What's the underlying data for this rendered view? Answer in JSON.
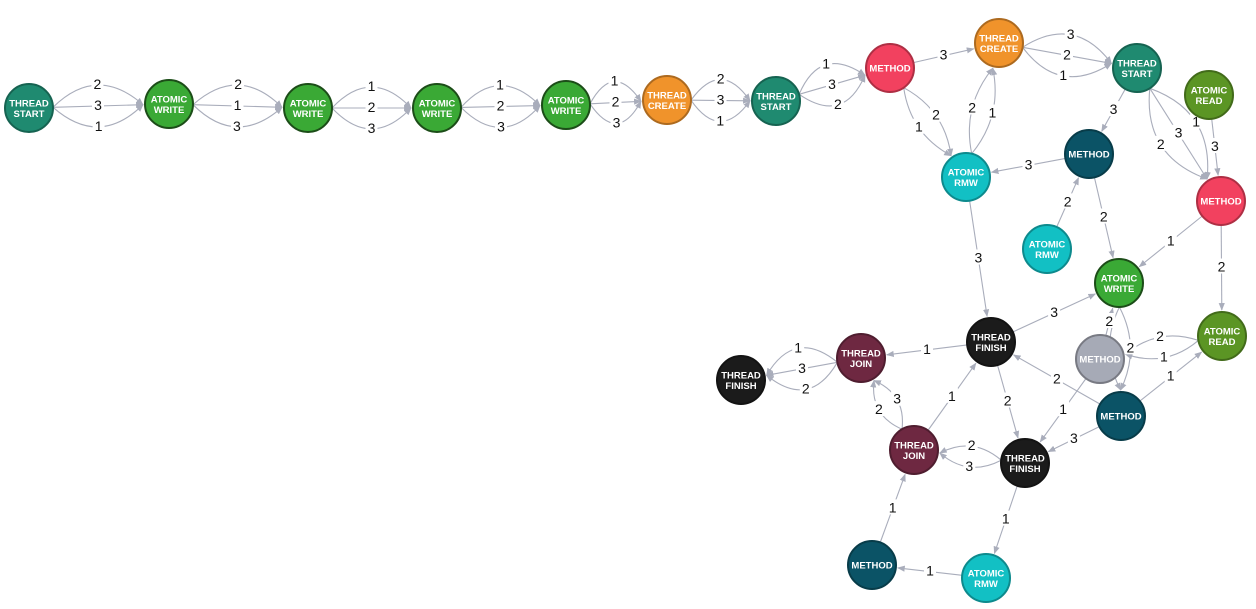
{
  "colors": {
    "thread_start": "#1f8a70",
    "atomic_write": "#3aa935",
    "thread_create": "#f0932b",
    "method_red": "#f2415f",
    "method_teal": "#0b5366",
    "method_gray": "#a6aab6",
    "atomic_rmw": "#12c0c4",
    "atomic_read": "#5b9524",
    "thread_finish": "#1b1b1b",
    "thread_join": "#6e2841",
    "edge": "#a9adbb"
  },
  "nodes": [
    {
      "id": "n1",
      "name": "thread-start-node",
      "lines": [
        "THREAD",
        "START"
      ],
      "color": "thread_start"
    },
    {
      "id": "n2",
      "name": "atomic-write-node",
      "lines": [
        "ATOMIC",
        "WRITE"
      ],
      "color": "atomic_write"
    },
    {
      "id": "n3",
      "name": "atomic-write-node",
      "lines": [
        "ATOMIC",
        "WRITE"
      ],
      "color": "atomic_write"
    },
    {
      "id": "n4",
      "name": "atomic-write-node",
      "lines": [
        "ATOMIC",
        "WRITE"
      ],
      "color": "atomic_write"
    },
    {
      "id": "n5",
      "name": "atomic-write-node",
      "lines": [
        "ATOMIC",
        "WRITE"
      ],
      "color": "atomic_write"
    },
    {
      "id": "n6",
      "name": "thread-create-node",
      "lines": [
        "THREAD",
        "CREATE"
      ],
      "color": "thread_create"
    },
    {
      "id": "n7",
      "name": "thread-start-node",
      "lines": [
        "THREAD",
        "START"
      ],
      "color": "thread_start"
    },
    {
      "id": "n8",
      "name": "method-node",
      "lines": [
        "METHOD"
      ],
      "color": "method_red"
    },
    {
      "id": "n9",
      "name": "thread-create-node",
      "lines": [
        "THREAD",
        "CREATE"
      ],
      "color": "thread_create"
    },
    {
      "id": "n10",
      "name": "thread-start-node",
      "lines": [
        "THREAD",
        "START"
      ],
      "color": "thread_start"
    },
    {
      "id": "n11",
      "name": "atomic-read-node",
      "lines": [
        "ATOMIC",
        "READ"
      ],
      "color": "atomic_read"
    },
    {
      "id": "n12",
      "name": "atomic-rmw-node",
      "lines": [
        "ATOMIC",
        "RMW"
      ],
      "color": "atomic_rmw"
    },
    {
      "id": "n13",
      "name": "method-node",
      "lines": [
        "METHOD"
      ],
      "color": "method_teal"
    },
    {
      "id": "n14",
      "name": "method-node",
      "lines": [
        "METHOD"
      ],
      "color": "method_red"
    },
    {
      "id": "n15",
      "name": "atomic-rmw-node",
      "lines": [
        "ATOMIC",
        "RMW"
      ],
      "color": "atomic_rmw"
    },
    {
      "id": "n16",
      "name": "atomic-write-node",
      "lines": [
        "ATOMIC",
        "WRITE"
      ],
      "color": "atomic_write"
    },
    {
      "id": "n17",
      "name": "atomic-read-node",
      "lines": [
        "ATOMIC",
        "READ"
      ],
      "color": "atomic_read"
    },
    {
      "id": "n18",
      "name": "thread-finish-node",
      "lines": [
        "THREAD",
        "FINISH"
      ],
      "color": "thread_finish"
    },
    {
      "id": "n19",
      "name": "method-node",
      "lines": [
        "METHOD"
      ],
      "color": "method_gray"
    },
    {
      "id": "n20",
      "name": "thread-join-node",
      "lines": [
        "THREAD",
        "JOIN"
      ],
      "color": "thread_join"
    },
    {
      "id": "n21",
      "name": "thread-finish-node",
      "lines": [
        "THREAD",
        "FINISH"
      ],
      "color": "thread_finish"
    },
    {
      "id": "n22",
      "name": "method-node",
      "lines": [
        "METHOD"
      ],
      "color": "method_teal"
    },
    {
      "id": "n23",
      "name": "thread-join-node",
      "lines": [
        "THREAD",
        "JOIN"
      ],
      "color": "thread_join"
    },
    {
      "id": "n24",
      "name": "thread-finish-node",
      "lines": [
        "THREAD",
        "FINISH"
      ],
      "color": "thread_finish"
    },
    {
      "id": "n25",
      "name": "method-node",
      "lines": [
        "METHOD"
      ],
      "color": "method_teal"
    },
    {
      "id": "n26",
      "name": "atomic-rmw-node",
      "lines": [
        "ATOMIC",
        "RMW"
      ],
      "color": "atomic_rmw"
    }
  ],
  "edges": [
    {
      "from": "n1",
      "to": "n2",
      "label": "2"
    },
    {
      "from": "n1",
      "to": "n2",
      "label": "3"
    },
    {
      "from": "n1",
      "to": "n2",
      "label": "1"
    },
    {
      "from": "n2",
      "to": "n3",
      "label": "2"
    },
    {
      "from": "n2",
      "to": "n3",
      "label": "1"
    },
    {
      "from": "n2",
      "to": "n3",
      "label": "3"
    },
    {
      "from": "n3",
      "to": "n4",
      "label": "1"
    },
    {
      "from": "n3",
      "to": "n4",
      "label": "2"
    },
    {
      "from": "n3",
      "to": "n4",
      "label": "3"
    },
    {
      "from": "n4",
      "to": "n5",
      "label": "1"
    },
    {
      "from": "n4",
      "to": "n5",
      "label": "2"
    },
    {
      "from": "n4",
      "to": "n5",
      "label": "3"
    },
    {
      "from": "n5",
      "to": "n6",
      "label": "1"
    },
    {
      "from": "n5",
      "to": "n6",
      "label": "2"
    },
    {
      "from": "n5",
      "to": "n6",
      "label": "3"
    },
    {
      "from": "n6",
      "to": "n7",
      "label": "2"
    },
    {
      "from": "n6",
      "to": "n7",
      "label": "3"
    },
    {
      "from": "n6",
      "to": "n7",
      "label": "1"
    },
    {
      "from": "n7",
      "to": "n8",
      "label": "1"
    },
    {
      "from": "n7",
      "to": "n8",
      "label": "3"
    },
    {
      "from": "n7",
      "to": "n8",
      "label": "2"
    },
    {
      "from": "n8",
      "to": "n9",
      "label": "3"
    },
    {
      "from": "n8",
      "to": "n12",
      "label": "1"
    },
    {
      "from": "n8",
      "to": "n12",
      "label": "2"
    },
    {
      "from": "n12",
      "to": "n9",
      "label": "2"
    },
    {
      "from": "n12",
      "to": "n9",
      "label": "1"
    },
    {
      "from": "n9",
      "to": "n10",
      "label": "1"
    },
    {
      "from": "n9",
      "to": "n10",
      "label": "2"
    },
    {
      "from": "n9",
      "to": "n10",
      "label": "3"
    },
    {
      "from": "n10",
      "to": "n13",
      "label": "3"
    },
    {
      "from": "n10",
      "to": "n14",
      "label": "1"
    },
    {
      "from": "n10",
      "to": "n14",
      "label": "3"
    },
    {
      "from": "n10",
      "to": "n14",
      "label": "2"
    },
    {
      "from": "n11",
      "to": "n14",
      "label": "3"
    },
    {
      "from": "n13",
      "to": "n12",
      "label": "3"
    },
    {
      "from": "n15",
      "to": "n13",
      "label": "2"
    },
    {
      "from": "n13",
      "to": "n16",
      "label": "2"
    },
    {
      "from": "n14",
      "to": "n16",
      "label": "1"
    },
    {
      "from": "n14",
      "to": "n17",
      "label": "2"
    },
    {
      "from": "n12",
      "to": "n18",
      "label": "3"
    },
    {
      "from": "n18",
      "to": "n16",
      "label": "3"
    },
    {
      "from": "n19",
      "to": "n16",
      "label": "2"
    },
    {
      "from": "n16",
      "to": "n22",
      "label": "2"
    },
    {
      "from": "n16",
      "to": "n22",
      "label": "1"
    },
    {
      "from": "n17",
      "to": "n19",
      "label": "1"
    },
    {
      "from": "n17",
      "to": "n19",
      "label": "2"
    },
    {
      "from": "n22",
      "to": "n17",
      "label": "1"
    },
    {
      "from": "n18",
      "to": "n20",
      "label": "1"
    },
    {
      "from": "n20",
      "to": "n21",
      "label": "2"
    },
    {
      "from": "n20",
      "to": "n21",
      "label": "3"
    },
    {
      "from": "n20",
      "to": "n21",
      "label": "1"
    },
    {
      "from": "n18",
      "to": "n24",
      "label": "2"
    },
    {
      "from": "n22",
      "to": "n18",
      "label": "2"
    },
    {
      "from": "n22",
      "to": "n24",
      "label": "3"
    },
    {
      "from": "n19",
      "to": "n24",
      "label": "1"
    },
    {
      "from": "n23",
      "to": "n18",
      "label": "1"
    },
    {
      "from": "n23",
      "to": "n20",
      "label": "3"
    },
    {
      "from": "n23",
      "to": "n20",
      "label": "2"
    },
    {
      "from": "n24",
      "to": "n23",
      "label": "2"
    },
    {
      "from": "n24",
      "to": "n23",
      "label": "3"
    },
    {
      "from": "n24",
      "to": "n26",
      "label": "1"
    },
    {
      "from": "n26",
      "to": "n25",
      "label": "1"
    },
    {
      "from": "n25",
      "to": "n23",
      "label": "1"
    }
  ]
}
